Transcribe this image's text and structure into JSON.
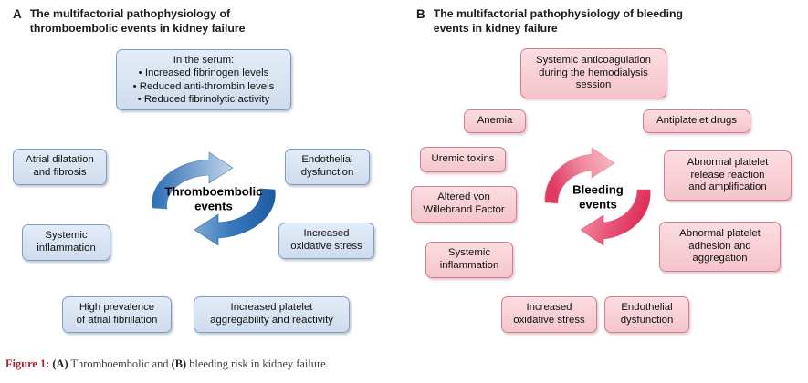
{
  "figure": {
    "caption_label": "Figure 1:",
    "caption_a_tag": "(A)",
    "caption_text_1": " Thromboembolic and ",
    "caption_b_tag": "(B)",
    "caption_text_2": " bleeding risk in kidney failure."
  },
  "colors": {
    "blue_fill": "#dce6f4",
    "blue_border": "#7e9dc4",
    "blue_arrow_dark": "#1f5fa9",
    "blue_arrow_light": "#bacee6",
    "pink_fill": "#f7cdd5",
    "pink_border": "#d07f90",
    "pink_arrow_dark": "#e0315c",
    "pink_arrow_light": "#f7b6c0",
    "caption_accent": "#9b2335",
    "text": "#111111"
  },
  "panel_a": {
    "letter": "A",
    "title": "The multifactorial pathophysiology of thromboembolic events in kidney failure",
    "cycle_label_line1": "Thromboembolic",
    "cycle_label_line2": "events",
    "serum_box": {
      "heading": "In the serum:",
      "items": [
        "• Increased fibrinogen levels",
        "• Reduced anti-thrombin levels",
        "• Reduced fibrinolytic activity"
      ]
    },
    "boxes": [
      {
        "id": "atrial-dilatation-and-fibrosis",
        "line1": "Atrial dilatation",
        "line2": "and fibrosis"
      },
      {
        "id": "systemic-inflammation",
        "line1": "Systemic",
        "line2": "inflammation"
      },
      {
        "id": "endothelial-dysfunction",
        "line1": "Endothelial",
        "line2": "dysfunction"
      },
      {
        "id": "increased-oxidative-stress",
        "line1": "Increased",
        "line2": "oxidative stress"
      },
      {
        "id": "high-prevalence-of-atrial-fibrillation",
        "line1": "High prevalence",
        "line2": "of atrial fibrillation"
      },
      {
        "id": "increased-platelet-aggregability-and-reactivity",
        "line1": "Increased platelet",
        "line2": "aggregability and reactivity"
      }
    ]
  },
  "panel_b": {
    "letter": "B",
    "title": "The multifactorial pathophysiology of bleeding events in kidney failure",
    "cycle_label_line1": "Bleeding",
    "cycle_label_line2": "events",
    "boxes": [
      {
        "id": "systemic-anticoagulation",
        "line1": "Systemic anticoagulation",
        "line2": "during the hemodialysis",
        "line3": "session"
      },
      {
        "id": "anemia",
        "line1": "Anemia",
        "line2": ""
      },
      {
        "id": "antiplatelet-drugs",
        "line1": "Antiplatelet drugs",
        "line2": ""
      },
      {
        "id": "uremic-toxins",
        "line1": "Uremic toxins",
        "line2": ""
      },
      {
        "id": "abnormal-platelet-release-reaction",
        "line1": "Abnormal platelet",
        "line2": "release reaction",
        "line3": "and amplification"
      },
      {
        "id": "altered-von-willebrand-factor",
        "line1": "Altered von",
        "line2": "Willebrand Factor"
      },
      {
        "id": "abnormal-platelet-adhesion",
        "line1": "Abnormal platelet",
        "line2": "adhesion and",
        "line3": "aggregation"
      },
      {
        "id": "systemic-inflammation",
        "line1": "Systemic",
        "line2": "inflammation"
      },
      {
        "id": "increased-oxidative-stress",
        "line1": "Increased",
        "line2": "oxidative stress"
      },
      {
        "id": "endothelial-dysfunction",
        "line1": "Endothelial",
        "line2": "dysfunction"
      }
    ]
  }
}
